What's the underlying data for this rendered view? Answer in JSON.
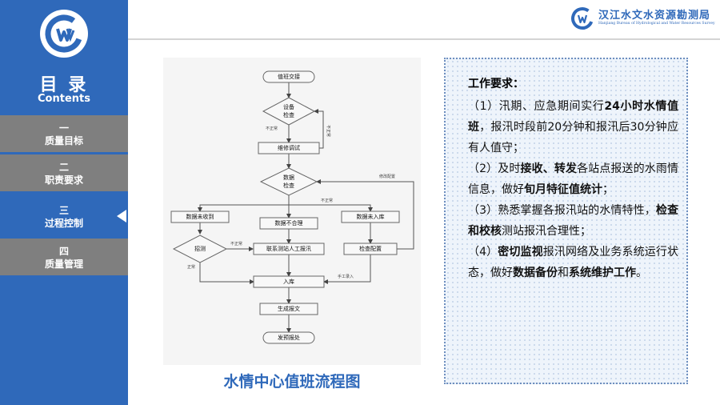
{
  "sidebar": {
    "title": "目 录",
    "subtitle": "Contents",
    "items": [
      {
        "num": "一",
        "label": "质量目标"
      },
      {
        "num": "二",
        "label": "职责要求"
      },
      {
        "num": "三",
        "label": "过程控制"
      },
      {
        "num": "四",
        "label": "质量管理"
      }
    ]
  },
  "header": {
    "org_name": "汉江水文水资源勘测局",
    "org_name_en": "Hanjiang Bureau of Hydrological and Water Resources Survey"
  },
  "flowchart": {
    "caption": "水情中心值班流程图",
    "nodes": {
      "start": "值班交接",
      "check_device": "设备检查",
      "repair": "维修调试",
      "check_data": "数据检查",
      "data_not_received": "数据未收到",
      "data_unreasonable": "数据不合理",
      "data_not_stored": "数据未入库",
      "call": "招测",
      "contact_station": "联系测站人工报汛",
      "check_config": "检查配置",
      "store": "入库",
      "generate_report": "生成报文",
      "send_report": "发预报处"
    },
    "labels": {
      "abnormal_1": "不正常",
      "abnormal_2": "不正常",
      "abnormal_3": "不正常",
      "abnormal_4": "不正常",
      "normal": "正常",
      "modify_config": "修改配置",
      "manual_input": "手工录入"
    }
  },
  "requirements": {
    "title": "工作要求：",
    "items": [
      {
        "parts": [
          "（1）汛期、应急期间实行",
          "24小时水情值班",
          "，报汛时段前20分钟和报汛后30分钟应有人值守；"
        ]
      },
      {
        "parts": [
          "（2）及时",
          "接收、转发",
          "各站点报送的水雨情信息，做好",
          "旬月特征值统计",
          "；"
        ]
      },
      {
        "parts": [
          "（3）熟悉掌握各报汛站的水情特性，",
          "检查和校核",
          "测站报汛合理性；"
        ]
      },
      {
        "parts": [
          "（4）",
          "密切监视",
          "报汛网络及业务系统运行状态，做好",
          "数据备份",
          "和",
          "系统维护工作",
          "。"
        ]
      }
    ]
  },
  "colors": {
    "primary_blue": "#2f69ba",
    "nav_gray": "#7f7f7f"
  }
}
